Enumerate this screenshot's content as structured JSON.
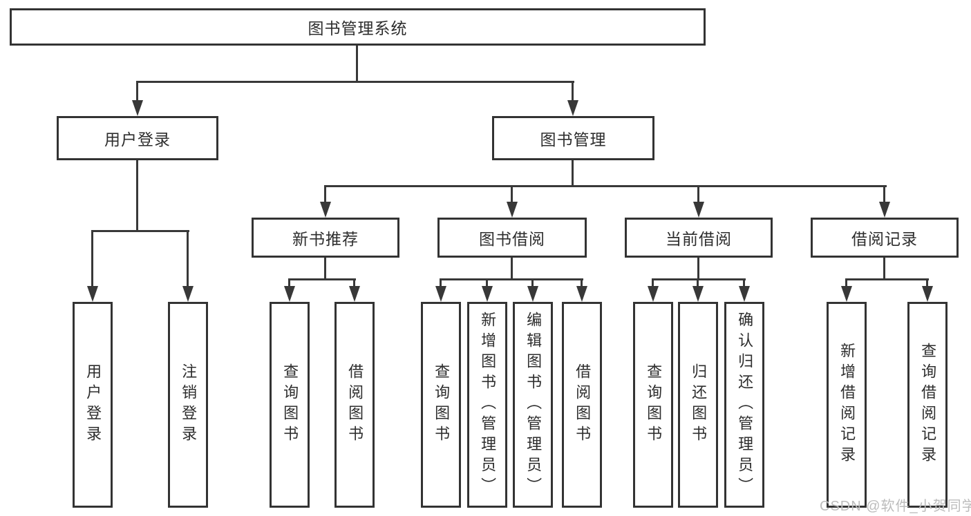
{
  "diagram": {
    "nodes": {
      "root": {
        "label": "图书管理系统"
      },
      "level2": [
        {
          "label": "用户登录"
        },
        {
          "label": "图书管理"
        }
      ],
      "level3": [
        {
          "label": "新书推荐"
        },
        {
          "label": "图书借阅"
        },
        {
          "label": "当前借阅"
        },
        {
          "label": "借阅记录"
        }
      ],
      "leaves": [
        {
          "label": "用户登录"
        },
        {
          "label": "注销登录"
        },
        {
          "label": "查询图书"
        },
        {
          "label": "借阅图书"
        },
        {
          "label": "查询图书"
        },
        {
          "label": "新增图书（管理员）"
        },
        {
          "label": "编辑图书（管理员）"
        },
        {
          "label": "借阅图书"
        },
        {
          "label": "查询图书"
        },
        {
          "label": "归还图书"
        },
        {
          "label": "确认归还（管理员）"
        },
        {
          "label": "新增借阅记录"
        },
        {
          "label": "查询借阅记录"
        }
      ]
    },
    "colors": {
      "line": "#383838",
      "box_border": "#333333",
      "box_fill": "#ffffff",
      "text": "#2d2d2d",
      "watermark": "#bcbcbc"
    }
  },
  "watermark": {
    "text": "CSDN @软件_小贺同学"
  }
}
